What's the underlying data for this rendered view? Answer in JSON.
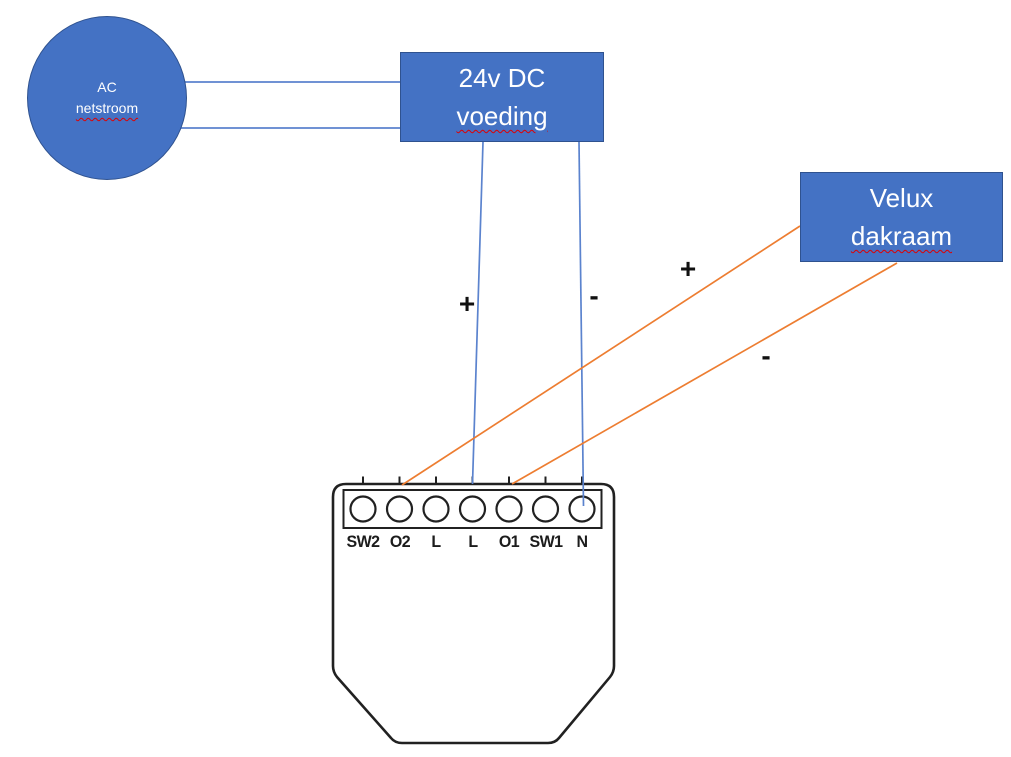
{
  "diagram": {
    "nodes": {
      "ac_source": {
        "line1": "AC",
        "line2": "netstroom"
      },
      "power_supply": {
        "line1": "24v DC",
        "line2": "voeding"
      },
      "roof_window": {
        "line1": "Velux",
        "line2": "dakraam"
      }
    },
    "polarity_labels": {
      "dc_plus": "+",
      "dc_minus": "-",
      "motor_plus": "+",
      "motor_minus": "-"
    },
    "device": {
      "terminals": [
        "SW2",
        "O2",
        "L",
        "L",
        "O1",
        "SW1",
        "N"
      ]
    },
    "connections": [
      {
        "from": "AC netstroom",
        "to": "24v DC voeding",
        "wire": "blue",
        "note": "two mains leads"
      },
      {
        "from": "24v DC voeding",
        "to": "terminal L",
        "wire": "blue",
        "polarity": "+"
      },
      {
        "from": "24v DC voeding",
        "to": "terminal N",
        "wire": "blue",
        "polarity": "-"
      },
      {
        "from": "terminal O2",
        "to": "Velux dakraam",
        "wire": "orange",
        "polarity": "+"
      },
      {
        "from": "terminal O1",
        "to": "Velux dakraam",
        "wire": "orange",
        "polarity": "-"
      }
    ],
    "colors": {
      "node_fill": "#4472C4",
      "node_border": "#2F528F",
      "wire_blue": "#5B83CE",
      "wire_orange": "#ED7D31",
      "device_outline": "#212121",
      "misspell": "#E00000",
      "label_ink": "#111111"
    }
  }
}
